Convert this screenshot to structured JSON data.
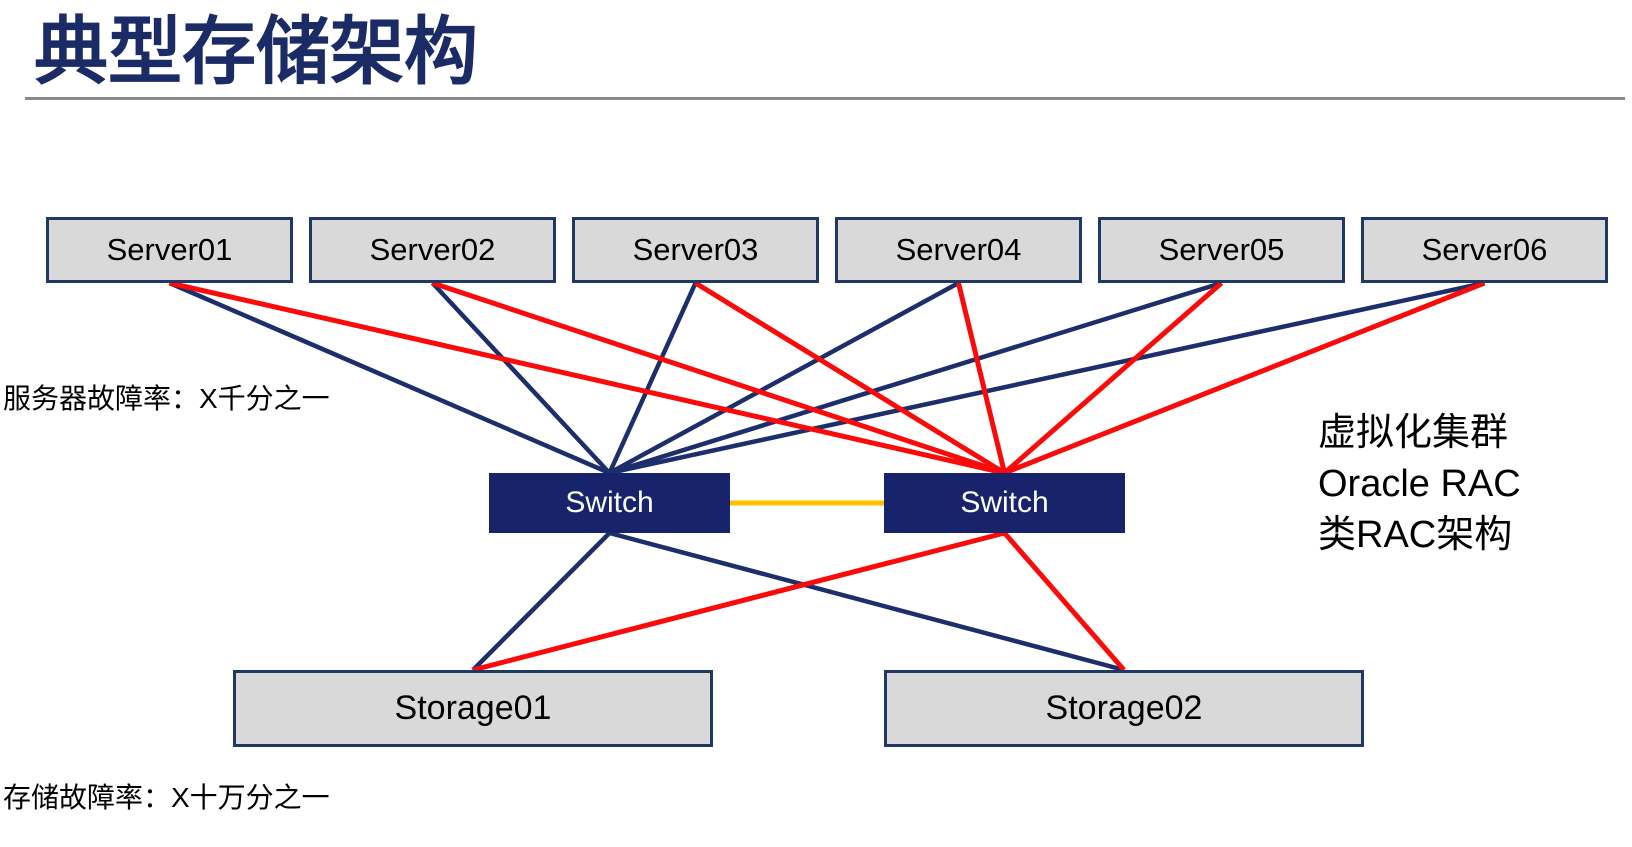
{
  "title": "典型存储架构",
  "annotations": {
    "server_failure_rate": "服务器故障率：X千分之一",
    "storage_failure_rate": "存储故障率：X十万分之一",
    "right_note_lines": [
      "虚拟化集群",
      "Oracle RAC",
      "类RAC架构"
    ]
  },
  "nodes": {
    "servers": [
      {
        "id": "server01",
        "label": "Server01"
      },
      {
        "id": "server02",
        "label": "Server02"
      },
      {
        "id": "server03",
        "label": "Server03"
      },
      {
        "id": "server04",
        "label": "Server04"
      },
      {
        "id": "server05",
        "label": "Server05"
      },
      {
        "id": "server06",
        "label": "Server06"
      }
    ],
    "switches": [
      {
        "id": "switch1",
        "label": "Switch"
      },
      {
        "id": "switch2",
        "label": "Switch"
      }
    ],
    "storages": [
      {
        "id": "storage1",
        "label": "Storage01"
      },
      {
        "id": "storage2",
        "label": "Storage02"
      }
    ]
  },
  "connections": [
    {
      "from": "server01",
      "to": "switch1",
      "color": "navy_line"
    },
    {
      "from": "server02",
      "to": "switch1",
      "color": "navy_line"
    },
    {
      "from": "server03",
      "to": "switch1",
      "color": "navy_line"
    },
    {
      "from": "server04",
      "to": "switch1",
      "color": "navy_line"
    },
    {
      "from": "server05",
      "to": "switch1",
      "color": "navy_line"
    },
    {
      "from": "server06",
      "to": "switch1",
      "color": "navy_line"
    },
    {
      "from": "switch1",
      "to": "storage1",
      "color": "navy_line"
    },
    {
      "from": "switch1",
      "to": "storage2",
      "color": "navy_line"
    },
    {
      "from": "server01",
      "to": "switch2",
      "color": "red_line"
    },
    {
      "from": "server02",
      "to": "switch2",
      "color": "red_line"
    },
    {
      "from": "server03",
      "to": "switch2",
      "color": "red_line"
    },
    {
      "from": "server04",
      "to": "switch2",
      "color": "red_line"
    },
    {
      "from": "server05",
      "to": "switch2",
      "color": "red_line"
    },
    {
      "from": "server06",
      "to": "switch2",
      "color": "red_line"
    },
    {
      "from": "switch2",
      "to": "storage1",
      "color": "red_line"
    },
    {
      "from": "switch2",
      "to": "storage2",
      "color": "red_line"
    },
    {
      "from": "switch1",
      "to": "switch2",
      "color": "orange_line",
      "type": "horizontal"
    }
  ],
  "line_widths": {
    "navy_line": 4.5,
    "red_line": 5,
    "orange_line": 5
  },
  "colors": {
    "navy_line": "#1c2e6b",
    "red_line": "#fb0a0a",
    "orange_line": "#ffc000",
    "node_fill": "#d9d9d9",
    "node_border": "#1f3864",
    "switch_fill": "#17246b",
    "switch_text": "#ffffff",
    "title_color": "#1b2b66",
    "sep_color": "#888888",
    "text_color": "#000000"
  }
}
